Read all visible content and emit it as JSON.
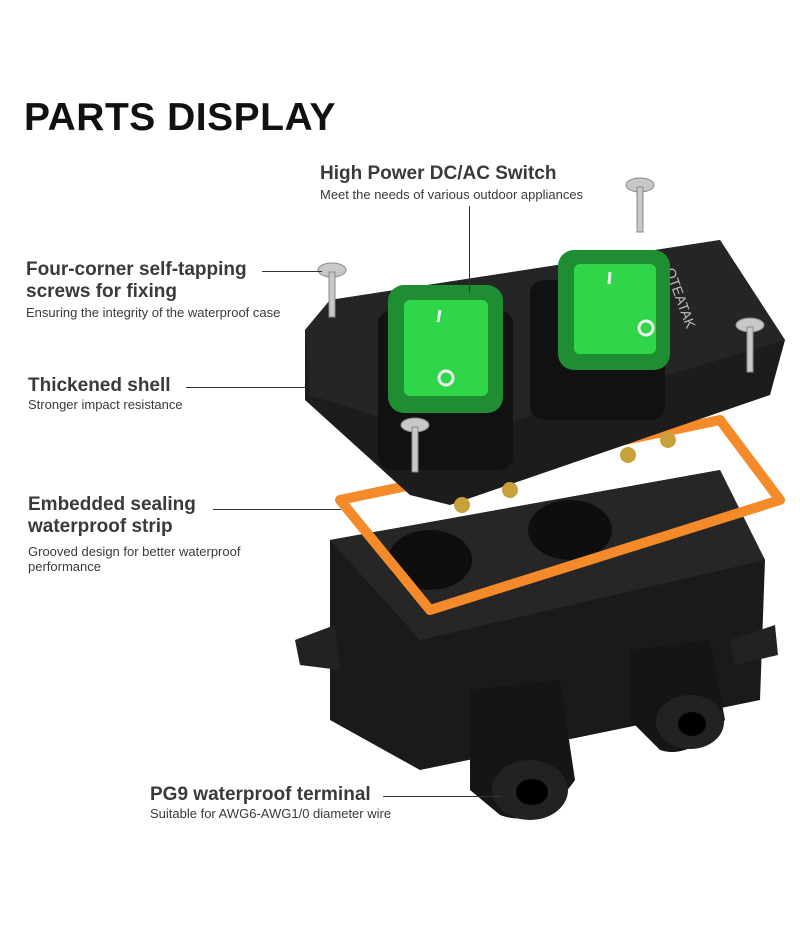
{
  "title": "PARTS DISPLAY",
  "brand_logo": "QTEATAK",
  "callouts": {
    "switch": {
      "heading": "High Power DC/AC Switch",
      "text": "Meet the needs of various outdoor appliances"
    },
    "screws": {
      "heading_line1": "Four-corner self-tapping",
      "heading_line2": "screws for fixing",
      "text": "Ensuring the integrity of the waterproof case"
    },
    "shell": {
      "heading": "Thickened shell",
      "text": "Stronger impact resistance"
    },
    "strip": {
      "heading_line1": "Embedded sealing",
      "heading_line2": "waterproof strip",
      "text_line1": "Grooved design for better waterproof",
      "text_line2": "performance"
    },
    "terminal": {
      "heading": "PG9 waterproof terminal",
      "text": "Suitable for AWG6-AWG1/0 diameter wire"
    }
  },
  "colors": {
    "switch_green": "#2fd64a",
    "gasket_orange": "#f58a2a",
    "case_black": "#1c1c1c"
  }
}
